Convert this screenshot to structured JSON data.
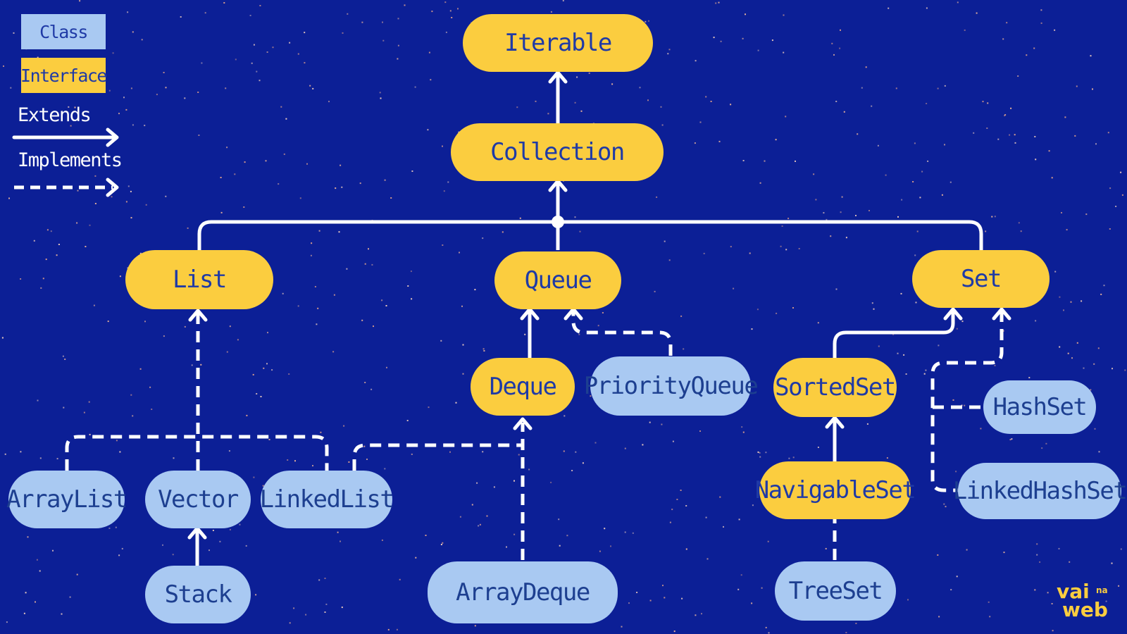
{
  "legend": {
    "class_label": "Class",
    "interface_label": "Interface",
    "extends_label": "Extends",
    "implements_label": "Implements"
  },
  "nodes": {
    "iterable": "Iterable",
    "collection": "Collection",
    "list": "List",
    "queue": "Queue",
    "set": "Set",
    "deque": "Deque",
    "priorityqueue": "PriorityQueue",
    "sortedset": "SortedSet",
    "hashset": "HashSet",
    "arraylist": "ArrayList",
    "vector": "Vector",
    "linkedlist": "LinkedList",
    "navigableset": "NavigableSet",
    "linkedhashset": "LinkedHashSet",
    "stack": "Stack",
    "arraydeque": "ArrayDeque",
    "treeset": "TreeSet"
  },
  "logo": {
    "line1": "vai",
    "small": "na",
    "line2": "web"
  },
  "colors": {
    "background": "#0c1f96",
    "interface": "#fbcd3f",
    "class": "#a9c9f2",
    "text": "#1f3aa6",
    "edge": "#ffffff"
  }
}
